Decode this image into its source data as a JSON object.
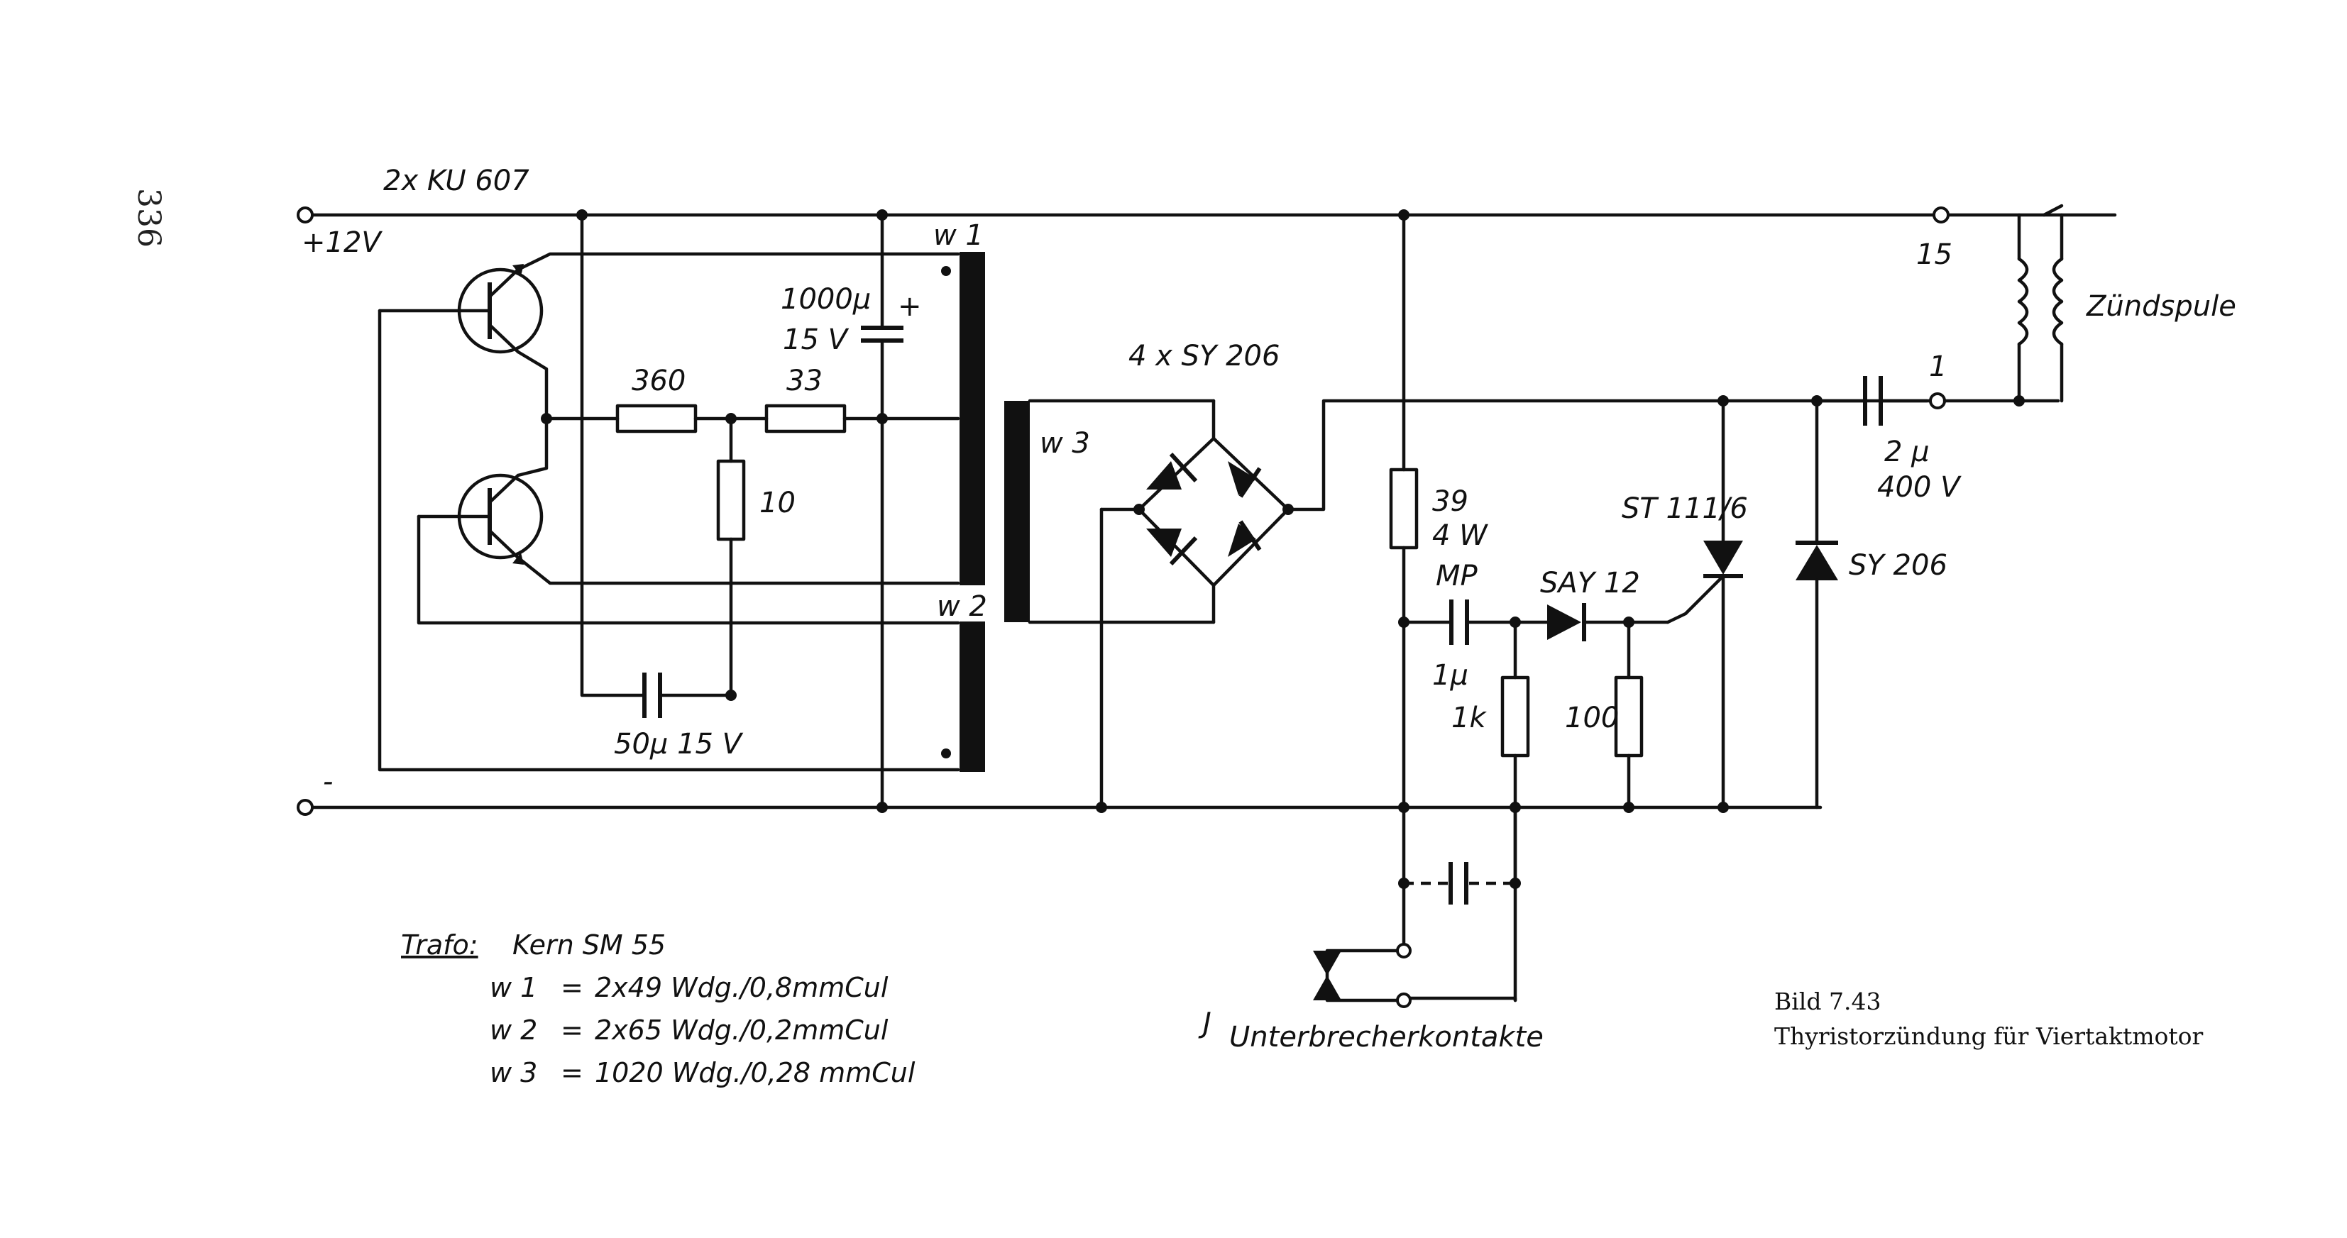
{
  "page": {
    "number": "336"
  },
  "labels": {
    "transistors": "2x KU 607",
    "supply_plus": "+12V",
    "supply_minus": "-",
    "cap_1000": "1000μ",
    "cap_1000_v": "15 V",
    "cap_1000_plus": "+",
    "r360": "360",
    "r33": "33",
    "r10": "10",
    "cap_50": "50μ  15 V",
    "w1": "w 1",
    "w2": "w 2",
    "w3": "w 3",
    "bridge": "4 x SY 206",
    "r39": "39",
    "r39_w": "4 W",
    "mp": "MP",
    "cap_1u": "1μ",
    "r1k": "1k",
    "say12": "SAY 12",
    "r100": "100",
    "thyristor": "ST 111/6",
    "sy206": "SY 206",
    "cap_2u": "2 μ",
    "cap_2u_v": "400 V",
    "term15": "15",
    "term1": "1",
    "coil": "Zündspule",
    "contacts": "Unterbrecherkontakte",
    "contacts_mark": "J"
  },
  "trafo": {
    "title": "Trafo:",
    "core": "Kern  SM 55",
    "windings": [
      {
        "name": "w 1",
        "eq": "=",
        "spec": "2x49 Wdg./0,8mmCul"
      },
      {
        "name": "w 2",
        "eq": "=",
        "spec": "2x65 Wdg./0,2mmCul"
      },
      {
        "name": "w 3",
        "eq": "=",
        "spec": "1020 Wdg./0,28 mmCul"
      }
    ]
  },
  "caption": {
    "figure": "Bild 7.43",
    "title": "Thyristorzündung für Viertaktmotor"
  }
}
